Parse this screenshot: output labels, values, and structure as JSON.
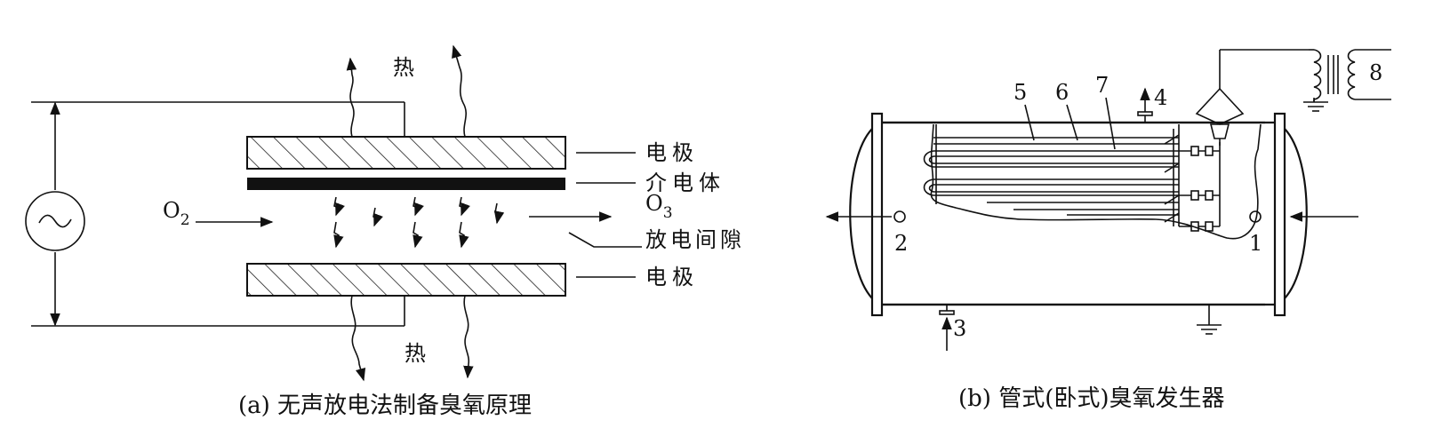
{
  "panel_a": {
    "caption": "(a) 无声放电法制备臭氧原理",
    "label_heat_top": "热",
    "label_heat_bottom": "热",
    "label_o2": "O",
    "label_o2_sub": "2",
    "label_o3": "O",
    "label_o3_sub": "3",
    "label_electrode_top": "电极",
    "label_dielectric": "介电体",
    "label_gap": "放电间隙",
    "label_electrode_bottom": "电极",
    "ac_source_symbol": "~"
  },
  "panel_b": {
    "caption": "(b) 管式(卧式)臭氧发生器",
    "numbers": [
      "1",
      "2",
      "3",
      "4",
      "5",
      "6",
      "7",
      "8"
    ]
  },
  "icons": {
    "ac_source": "ac-source-icon",
    "ground": "ground-icon",
    "transformer": "transformer-icon"
  }
}
